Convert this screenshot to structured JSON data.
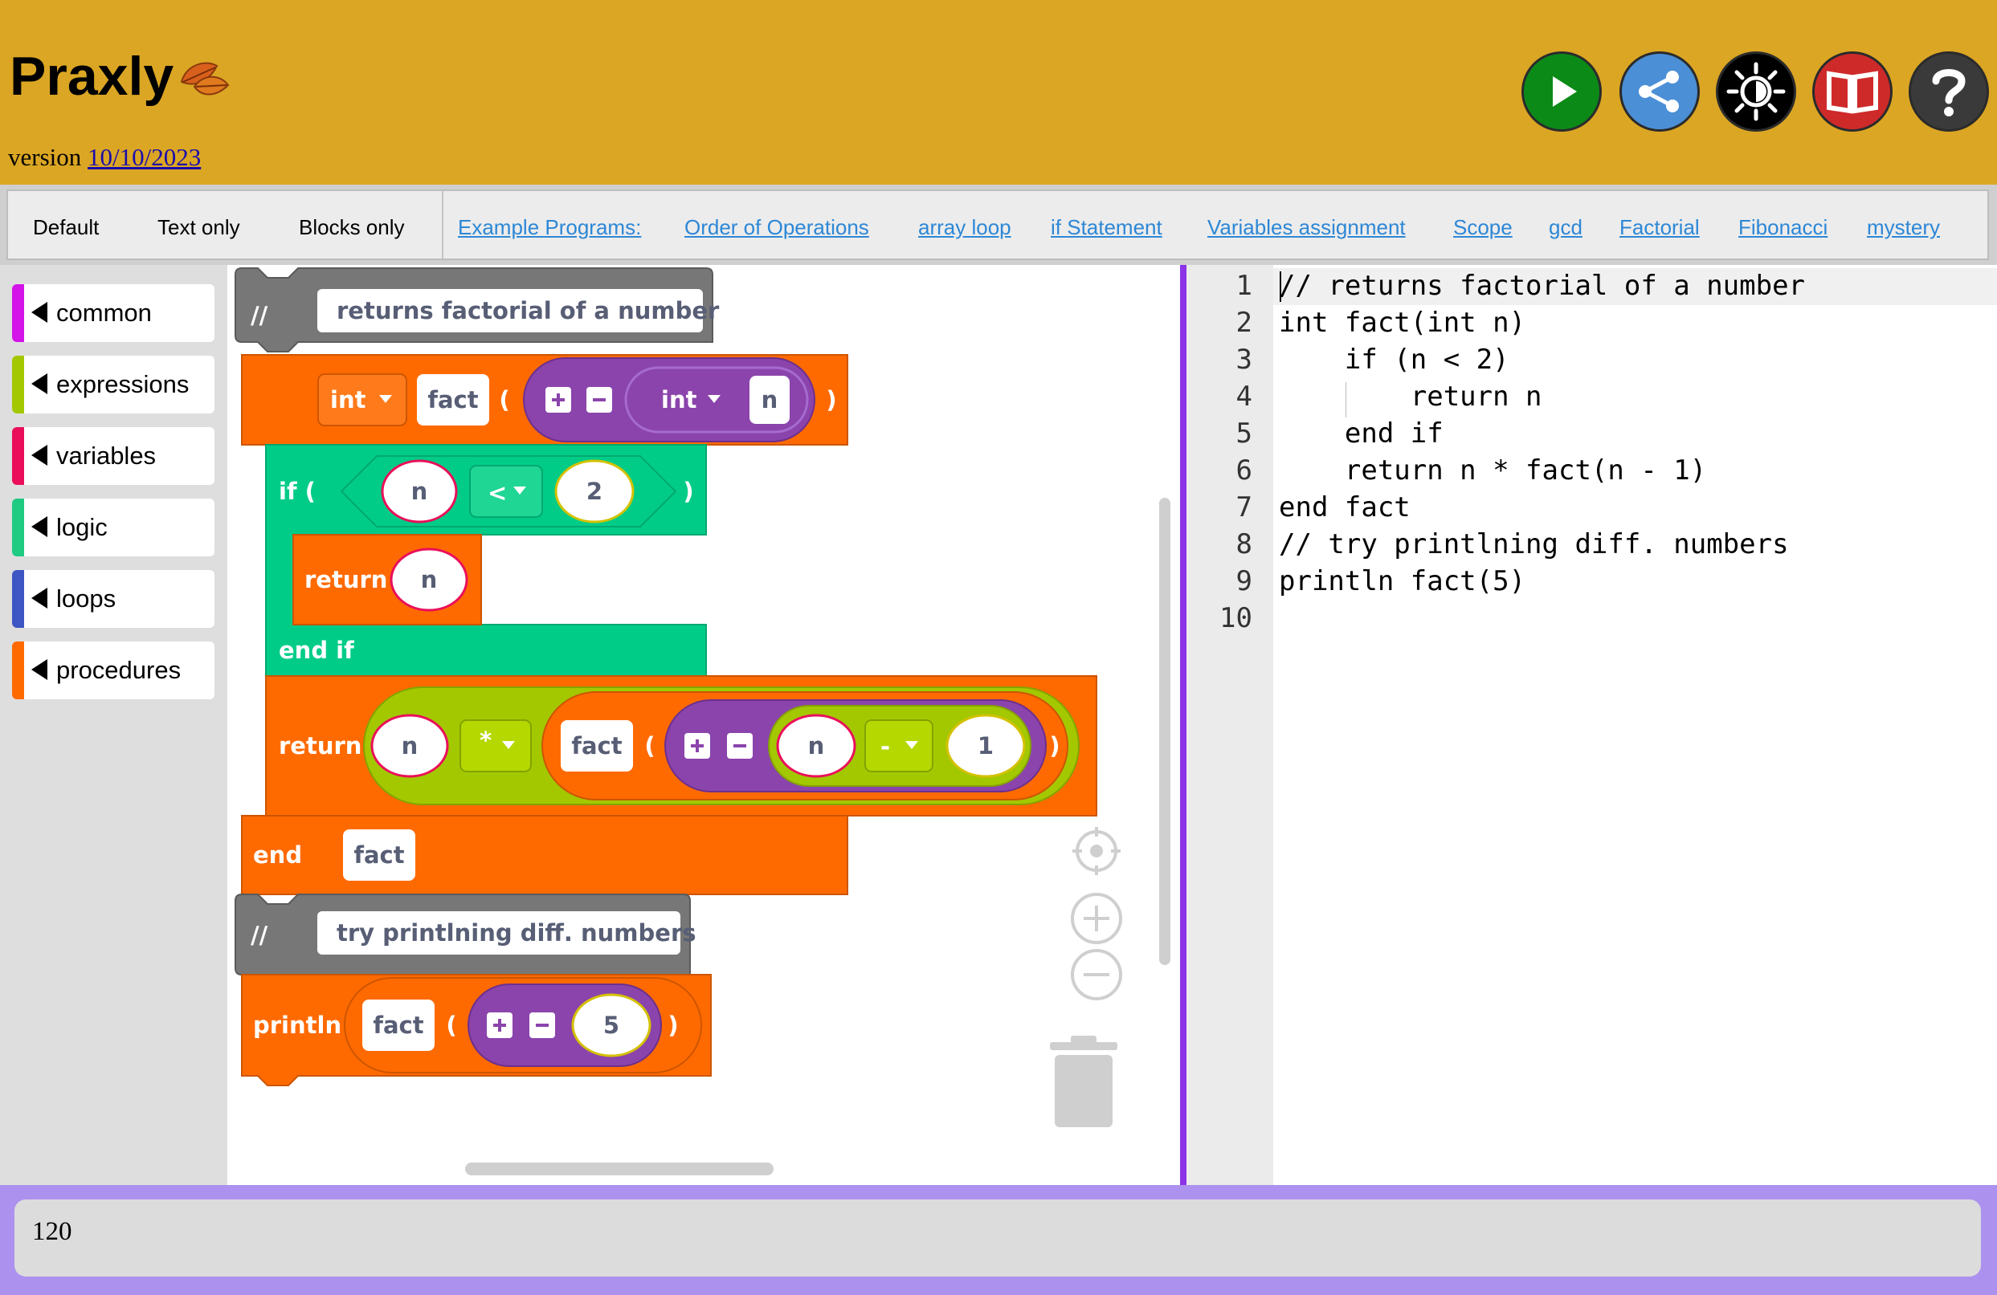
{
  "header": {
    "title": "Praxly",
    "version_prefix": "version",
    "version_date": "10/10/2023",
    "buttons": {
      "run_icon": "play-icon",
      "share_icon": "share-icon",
      "theme_icon": "light-mode-icon",
      "manual_icon": "book-icon",
      "help_icon": "question-icon"
    }
  },
  "nav": {
    "modes": [
      "Default",
      "Text only",
      "Blocks only"
    ],
    "examples_label": "Example Programs:",
    "examples": [
      "Order of Operations",
      "array loop",
      "if Statement",
      "Variables assignment",
      "Scope",
      "gcd",
      "Factorial",
      "Fibonacci",
      "mystery"
    ]
  },
  "toolbox": {
    "categories": [
      {
        "label": "common",
        "color": "#d313e8"
      },
      {
        "label": "expressions",
        "color": "#a3c800"
      },
      {
        "label": "variables",
        "color": "#ea0e5a"
      },
      {
        "label": "logic",
        "color": "#1fca81"
      },
      {
        "label": "loops",
        "color": "#3d56c4"
      },
      {
        "label": "procedures",
        "color": "#ff6a00"
      }
    ]
  },
  "blocks": {
    "comment1_marker": "//",
    "comment1_text": "returns factorial of a number",
    "proc_return_type": "int",
    "proc_name": "fact",
    "open_paren": "(",
    "close_paren": ")",
    "param_type": "int",
    "param_name": "n",
    "if_label": "if (",
    "if_var": "n",
    "if_op": "<",
    "if_value": "2",
    "return_label": "return",
    "return_var": "n",
    "end_if_label": "end if",
    "return2_label": "return",
    "mul_var": "n",
    "mul_op": "*",
    "call_name": "fact",
    "sub_var": "n",
    "sub_op": "-",
    "sub_value": "1",
    "end_label": "end",
    "end_name": "fact",
    "comment2_marker": "//",
    "comment2_text": "try printlning diff. numbers",
    "println_label": "println",
    "println_call": "fact",
    "println_arg": "5",
    "colors": {
      "comment": "#777777",
      "procedure": "#ff6a00",
      "logic": "#00cc88",
      "expression": "#a3c800",
      "variable_call": "#8b44ac"
    }
  },
  "editor": {
    "line_numbers": [
      "1",
      "2",
      "3",
      "4",
      "5",
      "6",
      "7",
      "8",
      "9",
      "10"
    ],
    "lines": [
      "// returns factorial of a number",
      "int fact(int n)",
      "    if (n < 2)",
      "        return n",
      "    end if",
      "    return n * fact(n - 1)",
      "end fact",
      "// try printlning diff. numbers",
      "println fact(5)",
      ""
    ]
  },
  "output": {
    "text": "120"
  },
  "workspace_controls": {
    "recenter_icon": "target-icon",
    "zoom_in_icon": "plus-circle-icon",
    "zoom_out_icon": "minus-circle-icon",
    "trash_icon": "trash-icon"
  }
}
